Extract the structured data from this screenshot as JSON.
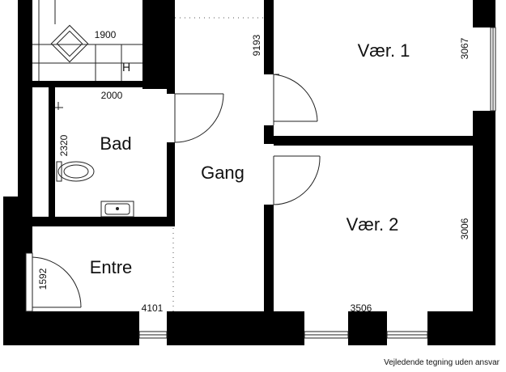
{
  "rooms": {
    "vaer1": "Vær. 1",
    "vaer2": "Vær. 2",
    "bad": "Bad",
    "gang": "Gang",
    "entre": "Entre",
    "h_mark": "H"
  },
  "dimensions": {
    "d1900": "1900",
    "d9193": "9193",
    "d3067": "3067",
    "d2000": "2000",
    "d2320": "2320",
    "d3006": "3006",
    "d1592": "1592",
    "d4101": "4101",
    "d3506": "3506"
  },
  "note": "Vejledende tegning uden ansvar",
  "colors": {
    "wall": "#000000",
    "line": "#222222",
    "background": "#ffffff"
  }
}
